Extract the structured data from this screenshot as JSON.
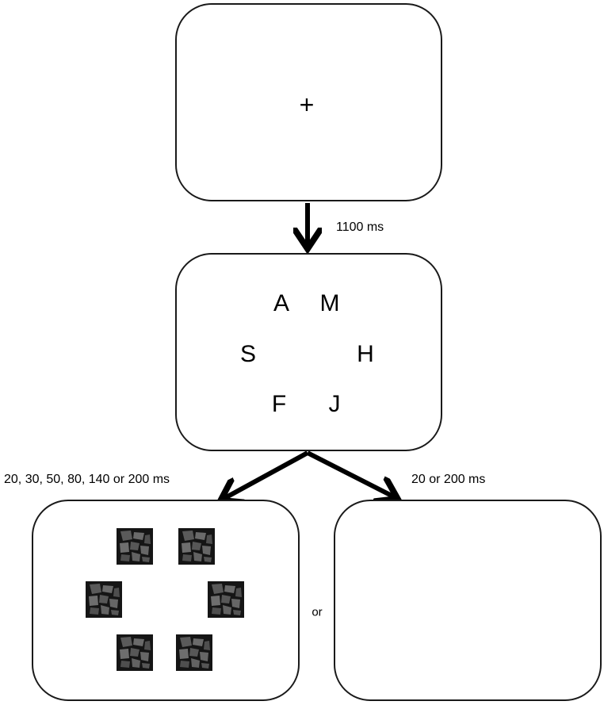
{
  "fixation_symbol": "+",
  "timings": {
    "fixation_duration": "1100 ms",
    "mask_durations": "20, 30, 50, 80, 140 or 200 ms",
    "blank_durations": "20 or 200 ms"
  },
  "letters": [
    "A",
    "M",
    "S",
    "H",
    "F",
    "J"
  ],
  "or_label": "or"
}
